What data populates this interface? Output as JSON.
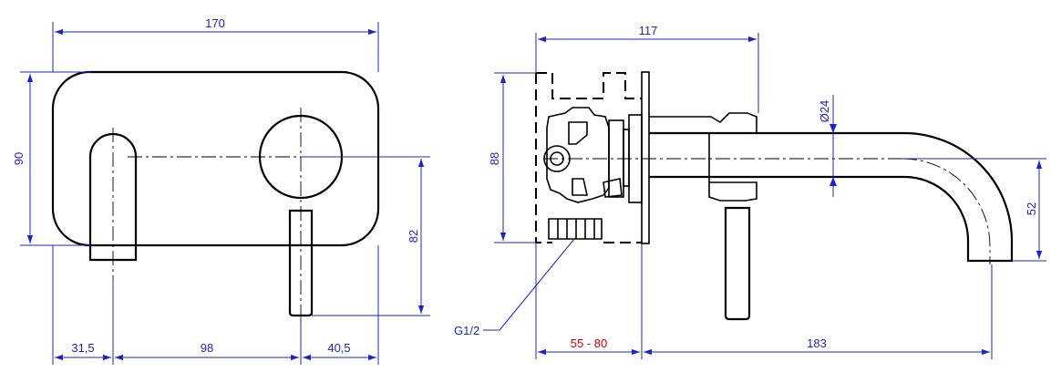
{
  "colors": {
    "dimension": "#1f23c4",
    "highlight": "#cc0000",
    "outline": "#000000"
  },
  "front_view": {
    "width_label": "170",
    "height_label": "90",
    "lever_height_label": "82",
    "offset_left_label": "31,5",
    "offset_middle_label": "98",
    "offset_right_label": "40,5"
  },
  "side_view": {
    "depth_label": "117",
    "box_height_label": "88",
    "diameter_label": "Ø24",
    "spout_height_label": "52",
    "wall_range_label": "55 - 80",
    "projection_label": "183",
    "thread_label": "G1/2"
  }
}
